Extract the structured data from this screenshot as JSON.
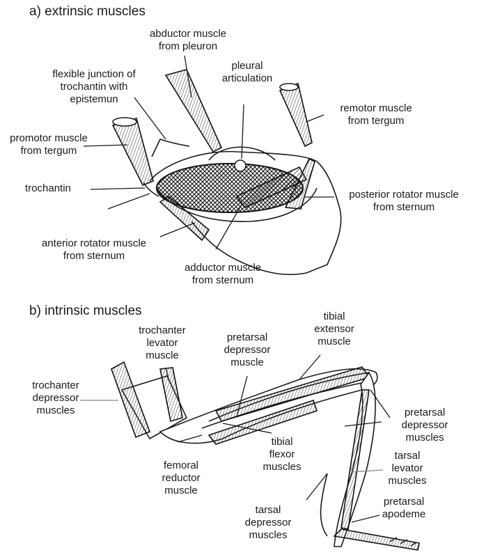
{
  "panel_a": {
    "title": "a) extrinsic muscles",
    "labels": {
      "abductor_pleuron": [
        "abductor muscle",
        "from pleuron"
      ],
      "pleural_articulation": [
        "pleural",
        "articulation"
      ],
      "flexible_junction": [
        "flexible junction of",
        "trochantin with",
        "epistemun"
      ],
      "remotor_tergum": [
        "remotor muscle",
        "from tergum"
      ],
      "promotor_tergum": [
        "promotor muscle",
        "from tergum"
      ],
      "trochantin": [
        "trochantin"
      ],
      "posterior_rotator": [
        "posterior rotator muscle",
        "from sternum"
      ],
      "anterior_rotator": [
        "anterior rotator muscle",
        "from sternum"
      ],
      "adductor_sternum": [
        "adductor muscle",
        "from sternum"
      ]
    }
  },
  "panel_b": {
    "title": "b) intrinsic muscles",
    "labels": {
      "trochanter_levator": [
        "trochanter",
        "levator",
        "muscle"
      ],
      "pretarsal_depressor_upper": [
        "pretarsal",
        "depressor",
        "muscle"
      ],
      "tibial_extensor": [
        "tibial",
        "extensor",
        "muscle"
      ],
      "trochanter_depressor": [
        "trochanter",
        "depressor",
        "muscles"
      ],
      "pretarsal_depressor_right": [
        "pretarsal",
        "depressor",
        "muscles"
      ],
      "tibial_flexor": [
        "tibial",
        "flexor",
        "muscles"
      ],
      "femoral_reductor": [
        "femoral",
        "reductor",
        "muscle"
      ],
      "tarsal_levator": [
        "tarsal",
        "levator",
        "muscles"
      ],
      "pretarsal_apodeme": [
        "pretarsal",
        "apodeme"
      ],
      "tarsal_depressor": [
        "tarsal",
        "depressor",
        "muscles"
      ]
    }
  }
}
